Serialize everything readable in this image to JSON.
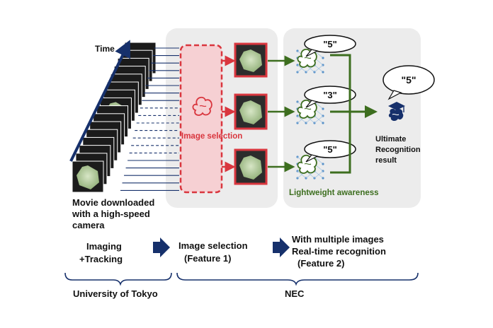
{
  "time_label": "Time",
  "camera": {
    "caption_line1": "Movie downloaded",
    "caption_line2": "with a high-speed",
    "caption_line3": "camera"
  },
  "image_selection": {
    "label": "Image selection"
  },
  "recognition": {
    "frame_results": [
      "\"5\"",
      "\"3\"",
      "\"5\""
    ],
    "panel_label": "Lightweight awareness",
    "final_result": "\"5\"",
    "ultimate_line1": "Ultimate",
    "ultimate_line2": "Recognition",
    "ultimate_line3": "result"
  },
  "pipeline": {
    "step1_line1": "Imaging",
    "step1_line2": "+Tracking",
    "step2_line1": "Image selection",
    "step2_line2": "(Feature 1)",
    "step3_line1": "With multiple images",
    "step3_line2": "Real-time recognition",
    "step3_line3": "(Feature 2)"
  },
  "orgs": {
    "left": "University of Tokyo",
    "right": "NEC"
  },
  "colors": {
    "navy": "#16306b",
    "red": "#d9363e",
    "green": "#3d6e1f",
    "panel": "#ececec",
    "pink": "#f6d0d3",
    "dice": "#b9d1a2"
  }
}
